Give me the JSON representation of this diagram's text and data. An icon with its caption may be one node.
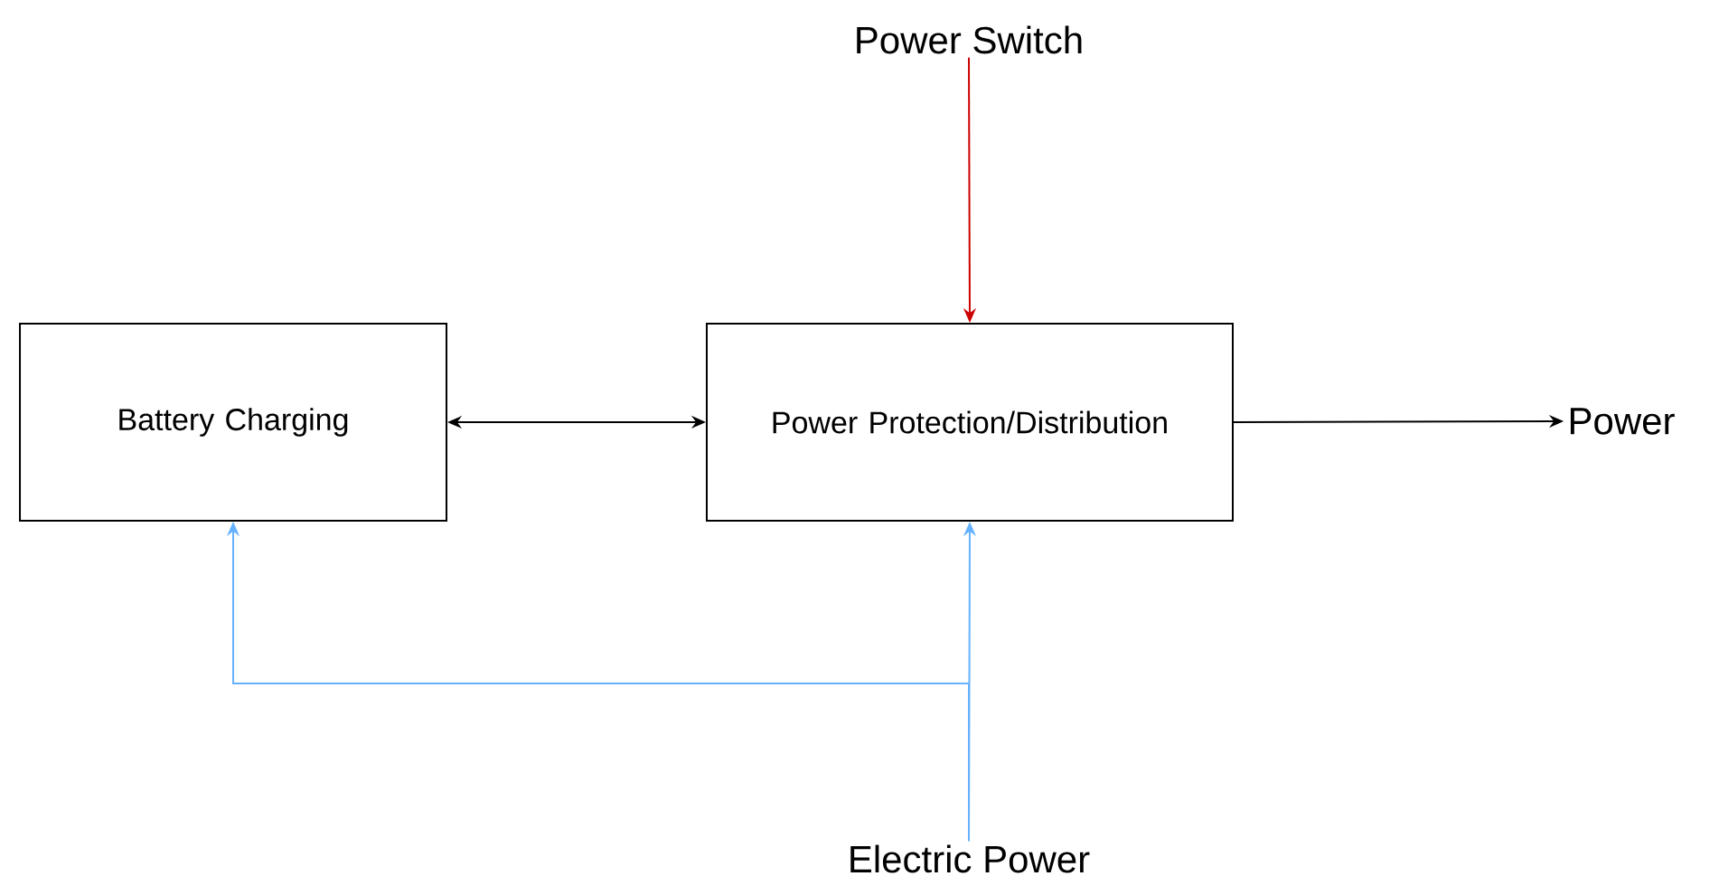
{
  "diagram": {
    "nodes": [
      {
        "text": [
          "Battery Charging"
        ]
      },
      {
        "text": [
          "Power Protection/Distribution"
        ]
      },
      {
        "text": [
          "Power Switch"
        ]
      },
      {
        "text": [
          "Power"
        ]
      },
      {
        "text": [
          "Electric Power"
        ]
      }
    ],
    "edges": [
      {
        "from": 0,
        "to": 1,
        "arrow": "both"
      },
      {
        "from": 2,
        "to": 1,
        "arrow": "to",
        "color": "#cc0000"
      },
      {
        "from": 1,
        "to": 3,
        "arrow": "to"
      },
      {
        "from": 4,
        "to": 1,
        "arrow": "to",
        "color": "#66b2ff"
      },
      {
        "from": 4,
        "to": 0,
        "arrow": "to",
        "color": "#66b2ff"
      }
    ]
  }
}
